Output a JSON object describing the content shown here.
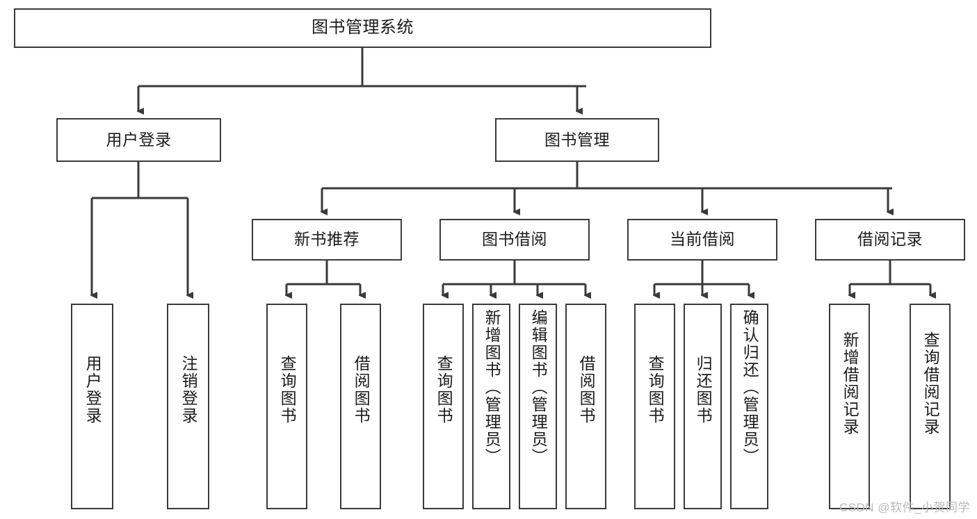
{
  "diagram": {
    "title": "图书管理系统",
    "type": "tree-hierarchy",
    "watermark": "CSDN @软件_小贺同学",
    "colors": {
      "box_border": "#3a3a3a",
      "box_fill": "#ffffff",
      "connector": "#3a3a3a",
      "text": "#1b1b1b",
      "watermark": "#b9b9b9",
      "background": "#ffffff"
    },
    "levels": {
      "root": [
        "图书管理系统"
      ],
      "level2": [
        "用户登录",
        "图书管理"
      ],
      "level3": [
        "新书推荐",
        "图书借阅",
        "当前借阅",
        "借阅记录"
      ],
      "leaves": [
        "用户登录",
        "注销登录",
        "查询图书",
        "借阅图书",
        "查询图书",
        "新增图书（管理员）",
        "编辑图书（管理员）",
        "借阅图书",
        "查询图书",
        "归还图书",
        "确认归还（管理员）",
        "新增借阅记录",
        "查询借阅记录"
      ]
    },
    "nodes": {
      "root": {
        "label": "图书管理系统"
      },
      "user_login": {
        "label": "用户登录"
      },
      "book_manage": {
        "label": "图书管理"
      },
      "new_book_rec": {
        "label": "新书推荐"
      },
      "book_borrow": {
        "label": "图书借阅"
      },
      "current_borrow": {
        "label": "当前借阅"
      },
      "borrow_record": {
        "label": "借阅记录"
      },
      "leaf_user_login": {
        "label": "用户登录"
      },
      "leaf_logout": {
        "label": "注销登录"
      },
      "leaf_query_book_a": {
        "label": "查询图书"
      },
      "leaf_borrow_book_a": {
        "label": "借阅图书"
      },
      "leaf_query_book_b": {
        "label": "查询图书"
      },
      "leaf_add_book": {
        "label": "新增图书（管理员）"
      },
      "leaf_edit_book": {
        "label": "编辑图书（管理员）"
      },
      "leaf_borrow_book_b": {
        "label": "借阅图书"
      },
      "leaf_query_book_c": {
        "label": "查询图书"
      },
      "leaf_return_book": {
        "label": "归还图书"
      },
      "leaf_confirm_return": {
        "label": "确认归还（管理员）"
      },
      "leaf_add_record": {
        "label": "新增借阅记录"
      },
      "leaf_query_record": {
        "label": "查询借阅记录"
      }
    },
    "edges": [
      {
        "from": "root",
        "to": "user_login"
      },
      {
        "from": "root",
        "to": "book_manage"
      },
      {
        "from": "user_login",
        "to": "leaf_user_login"
      },
      {
        "from": "user_login",
        "to": "leaf_logout"
      },
      {
        "from": "book_manage",
        "to": "new_book_rec"
      },
      {
        "from": "book_manage",
        "to": "book_borrow"
      },
      {
        "from": "book_manage",
        "to": "current_borrow"
      },
      {
        "from": "book_manage",
        "to": "borrow_record"
      },
      {
        "from": "new_book_rec",
        "to": "leaf_query_book_a"
      },
      {
        "from": "new_book_rec",
        "to": "leaf_borrow_book_a"
      },
      {
        "from": "book_borrow",
        "to": "leaf_query_book_b"
      },
      {
        "from": "book_borrow",
        "to": "leaf_add_book"
      },
      {
        "from": "book_borrow",
        "to": "leaf_edit_book"
      },
      {
        "from": "book_borrow",
        "to": "leaf_borrow_book_b"
      },
      {
        "from": "current_borrow",
        "to": "leaf_query_book_c"
      },
      {
        "from": "current_borrow",
        "to": "leaf_return_book"
      },
      {
        "from": "current_borrow",
        "to": "leaf_confirm_return"
      },
      {
        "from": "borrow_record",
        "to": "leaf_add_record"
      },
      {
        "from": "borrow_record",
        "to": "leaf_query_record"
      }
    ]
  }
}
